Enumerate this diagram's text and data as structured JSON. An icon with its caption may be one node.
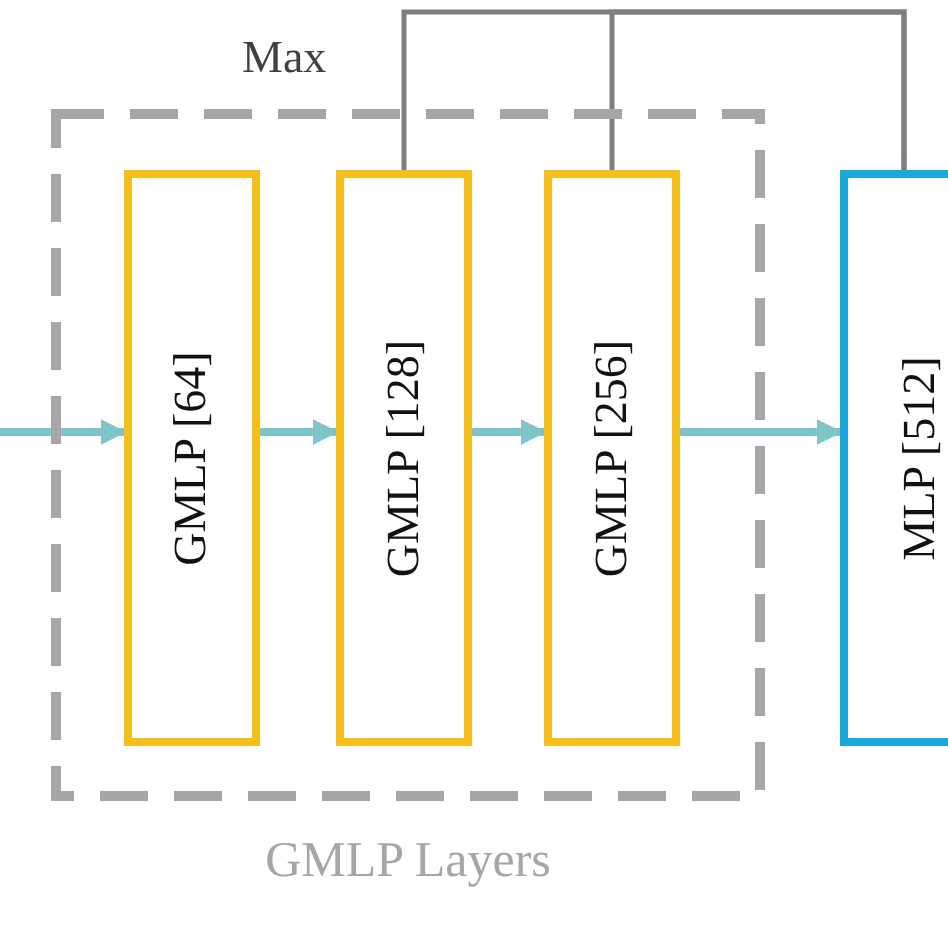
{
  "diagram": {
    "nodes": [
      {
        "text": [
          "GMLP Layers"
        ]
      },
      {
        "text": [
          "GMLP [64]"
        ],
        "in": 0
      },
      {
        "text": [
          "GMLP [128]"
        ],
        "in": 0
      },
      {
        "text": [
          "GMLP [256]"
        ],
        "in": 0
      },
      {
        "text": [
          "MLP [512]"
        ]
      }
    ],
    "edges": [
      {
        "from": null,
        "to": 1,
        "arrow": "to"
      },
      {
        "from": 1,
        "to": 2,
        "arrow": "to"
      },
      {
        "from": 2,
        "to": 3,
        "arrow": "to"
      },
      {
        "from": 3,
        "to": 4,
        "arrow": "to"
      },
      {
        "from": 2,
        "to": 4,
        "arrow": "none",
        "color": "#7f7f7f"
      },
      {
        "from": 3,
        "to": 4,
        "arrow": "none",
        "color": "#7f7f7f"
      }
    ],
    "labels": [
      "Max"
    ]
  }
}
